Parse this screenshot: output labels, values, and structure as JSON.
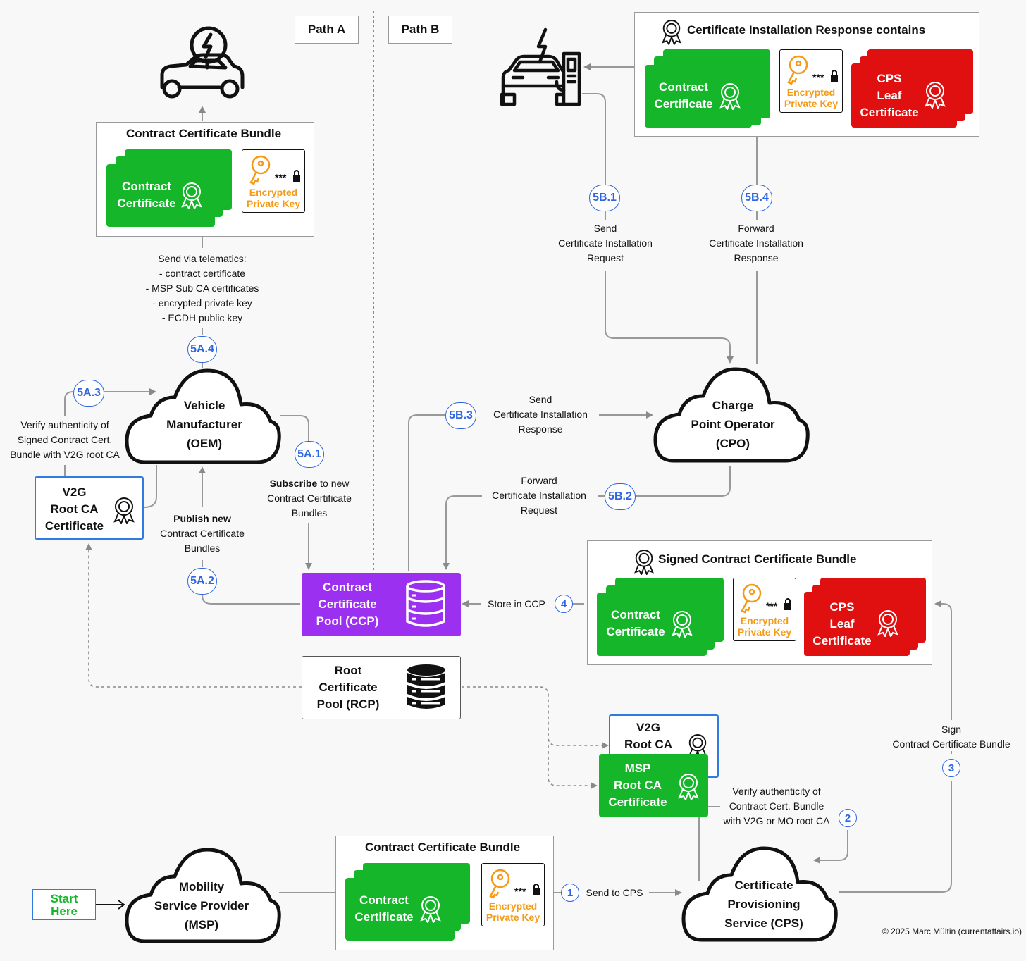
{
  "paths": {
    "a": "Path A",
    "b": "Path B"
  },
  "clouds": {
    "oem": [
      "Vehicle",
      "Manufacturer",
      "(OEM)"
    ],
    "cpo": [
      "Charge",
      "Point Operator",
      "(CPO)"
    ],
    "msp": [
      "Mobility",
      "Service Provider",
      "(MSP)"
    ],
    "cps": [
      "Certificate",
      "Provisioning",
      "Service (CPS)"
    ]
  },
  "panels": {
    "top_bundle": "Contract Certificate Bundle",
    "install_response": "Certificate Installation Response contains",
    "signed_bundle": "Signed Contract Certificate Bundle",
    "msp_bundle": "Contract Certificate Bundle"
  },
  "cards": {
    "contract": [
      "Contract",
      "Certificate"
    ],
    "cps_leaf": [
      "CPS",
      "Leaf",
      "Certificate"
    ],
    "key": [
      "Encrypted",
      "Private Key"
    ],
    "key_stars": "***"
  },
  "pools": {
    "ccp": [
      "Contract",
      "Certificate",
      "Pool (CCP)"
    ],
    "rcp": [
      "Root",
      "Certificate",
      "Pool (RCP)"
    ]
  },
  "v2g_left": [
    "V2G",
    "Root CA",
    "Certificate"
  ],
  "v2g_right": [
    "V2G",
    "Root CA"
  ],
  "msp_root": [
    "MSP",
    "Root CA",
    "Certificate"
  ],
  "start": [
    "Start",
    "Here"
  ],
  "badges": {
    "b5a1": "5A.1",
    "b5a2": "5A.2",
    "b5a3": "5A.3",
    "b5a4": "5A.4",
    "b5b1": "5B.1",
    "b5b2": "5B.2",
    "b5b3": "5B.3",
    "b5b4": "5B.4",
    "b1": "1",
    "b2": "2",
    "b3": "3",
    "b4": "4"
  },
  "labels": {
    "telematics": [
      "Send via telematics:",
      "- contract certificate",
      "- MSP Sub CA certificates",
      "- encrypted private key",
      "- ECDH public key"
    ],
    "verify_oem": [
      "Verify authenticity of",
      "Signed Contract Cert.",
      "Bundle with V2G root CA"
    ],
    "subscribe_bold": "Subscribe",
    "subscribe": [
      " to new",
      "Contract Certificate",
      "Bundles"
    ],
    "publish": [
      "Publish new",
      "Contract Certificate",
      "Bundles"
    ],
    "send_request": [
      "Send",
      "Certificate Installation",
      "Request"
    ],
    "forward_response": [
      "Forward",
      "Certificate Installation",
      "Response"
    ],
    "send_response": [
      "Send",
      "Certificate Installation",
      "Response"
    ],
    "forward_request": [
      "Forward",
      "Certificate Installation",
      "Request"
    ],
    "store_ccp": "Store in CCP",
    "sign": [
      "Sign",
      "Contract Certificate Bundle"
    ],
    "verify_cps": [
      "Verify authenticity of",
      "Contract Cert. Bundle",
      "with V2G or MO root CA"
    ],
    "send_cps": "Send to CPS"
  },
  "copyright": "© 2025 Marc Mültin (currentaffairs.io)",
  "colors": {
    "green": "#16b62b",
    "red": "#e01010",
    "purple": "#9b30f0",
    "blue": "#2f66e0",
    "orange": "#f59a16"
  }
}
